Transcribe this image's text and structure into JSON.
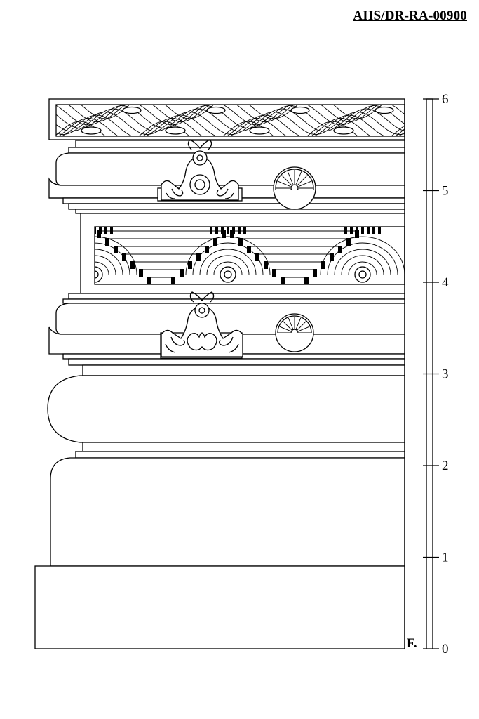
{
  "reference_code": "AIIS/DR-RA-00900",
  "figure_label": "F.",
  "scale": {
    "labels": [
      "0",
      "1",
      "2",
      "3",
      "4",
      "5",
      "6"
    ]
  },
  "colors": {
    "ink": "#000000",
    "paper": "#ffffff"
  }
}
